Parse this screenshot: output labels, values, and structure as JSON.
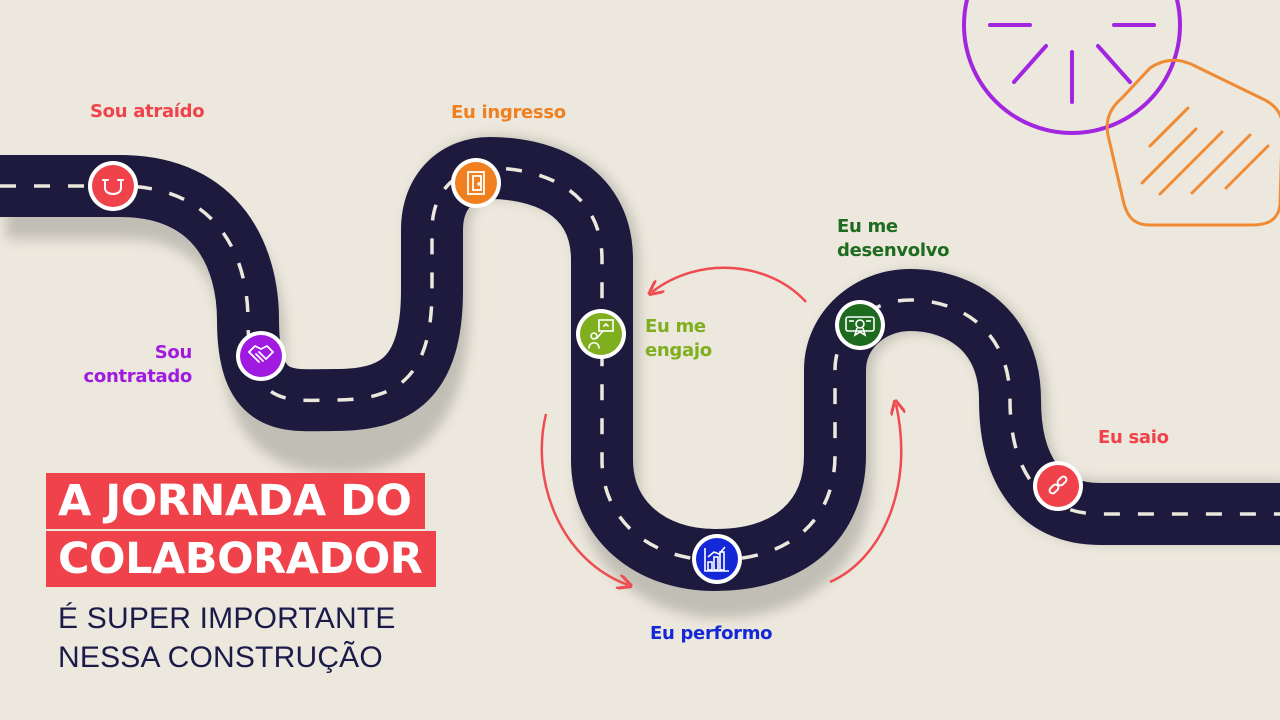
{
  "colors": {
    "background": "#ece8dd",
    "road": "#1d1a3e",
    "title_bg": "#f0424a",
    "title_text": "#ffffff",
    "subtitle_text": "#1b1b4a",
    "arrow": "#ef4b50",
    "deco_circle": "#a225e0",
    "deco_pentagon": "#f08a33"
  },
  "title": {
    "line1": "A JORNADA DO",
    "line2": "COLABORADOR",
    "subtitle_line1": "É SUPER IMPORTANTE",
    "subtitle_line2": "NESSA CONSTRUÇÃO"
  },
  "stages": [
    {
      "id": "attracted",
      "label": "Sou atraído",
      "color": "#f0424a",
      "icon": "magnet-icon"
    },
    {
      "id": "hired",
      "label_line1": "Sou",
      "label_line2": "contratado",
      "color": "#a01ae0",
      "icon": "handshake-icon"
    },
    {
      "id": "join",
      "label": "Eu ingresso",
      "color": "#f0801f",
      "icon": "door-icon"
    },
    {
      "id": "engage",
      "label_line1": "Eu me",
      "label_line2": "engajo",
      "color": "#7fae1f",
      "icon": "presentation-icon"
    },
    {
      "id": "perform",
      "label": "Eu performo",
      "color": "#1428d8",
      "icon": "bar-chart-icon"
    },
    {
      "id": "develop",
      "label_line1": "Eu me",
      "label_line2": "desenvolvo",
      "color": "#1e6b1f",
      "icon": "certificate-icon"
    },
    {
      "id": "leave",
      "label": "Eu saio",
      "color": "#f0424a",
      "icon": "broken-link-icon"
    }
  ]
}
